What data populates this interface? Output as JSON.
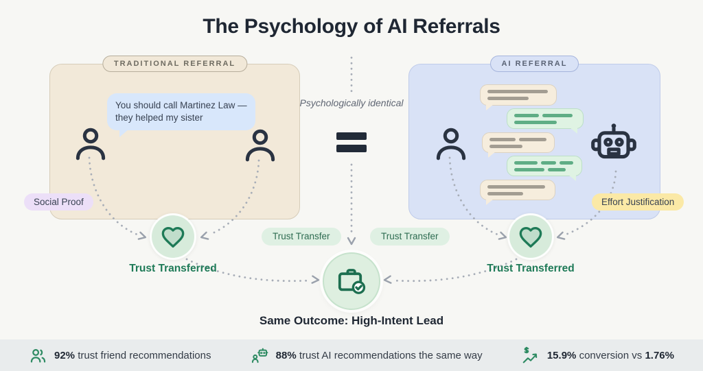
{
  "title": "The Psychology of AI Referrals",
  "traditional": {
    "label": "TRADITIONAL REFERRAL",
    "quote": "You should call Martinez Law — they helped my sister",
    "tag": "Social Proof",
    "trust_label": "Trust Transferred"
  },
  "ai": {
    "label": "AI REFERRAL",
    "tag": "Effort Justification",
    "trust_label": "Trust Transferred"
  },
  "center": {
    "equivalence_note": "Psychologically identical",
    "trust_transfer_left": "Trust Transfer",
    "trust_transfer_right": "Trust Transfer",
    "outcome_label": "Same Outcome: High-Intent Lead"
  },
  "stats_bar": {
    "items": [
      {
        "icon": "users-icon",
        "value": "92%",
        "label": "trust friend recommendations"
      },
      {
        "icon": "person-robot-icon",
        "value": "88%",
        "label": "trust AI recommendations the same way"
      },
      {
        "icon": "dollar-trend-icon",
        "value": "15.9%",
        "label": "conversion vs",
        "value2": "1.76%"
      }
    ]
  },
  "icons": {
    "person-icon": "outlined head and shoulders figure",
    "robot-icon": "outlined robot head with antenna",
    "heart-icon": "outlined heart",
    "briefcase-check-icon": "briefcase with check badge",
    "equals-icon": "=",
    "users-icon": "two people outline",
    "person-robot-icon": "person with robot head",
    "dollar-trend-icon": "dollar sign with rising arrow"
  },
  "colors": {
    "accent_green": "#1E7A57",
    "panel_beige": "#F2E9D9",
    "panel_blue": "#D9E2F6",
    "bubble_blue": "#D8E7FB",
    "tag_lavender": "#ECDFF8",
    "tag_yellow": "#FBE9A6",
    "pill_green": "#DFF0E3",
    "stat_icon_green": "#2E8B63",
    "dark_text": "#1F2733",
    "stats_bar_bg": "#E9ECED"
  }
}
